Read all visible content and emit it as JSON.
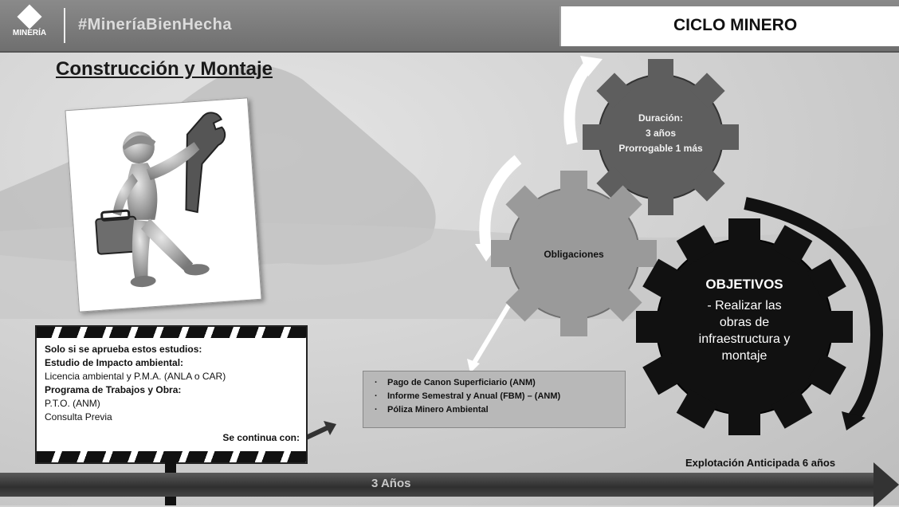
{
  "header": {
    "logo_text": "MINERÍA",
    "hashtag": "#MineríaBienHecha",
    "section_title": "CICLO MINERO"
  },
  "page_title": "Construcción y Montaje",
  "gears": {
    "duracion": {
      "line1": "Duración:",
      "line2": "3 años",
      "line3": "Prorrogable 1 más"
    },
    "obligaciones": "Obligaciones",
    "objetivos": {
      "heading": "OBJETIVOS",
      "line1": "- Realizar las",
      "line2": "obras de",
      "line3": "infraestructura y",
      "line4": "montaje"
    }
  },
  "sign": {
    "intro": "Solo si se aprueba estos estudios:",
    "eia_heading": "Estudio de Impacto ambiental:",
    "eia_detail": "Licencia ambiental y P.M.A. (ANLA o CAR)",
    "pto_heading": "Programa de Trabajos y Obra:",
    "pto_detail": "P.T.O. (ANM)",
    "consulta": "Consulta Previa",
    "continue": "Se continua con:"
  },
  "obligations_list": [
    "Pago de Canon Superficiario (ANM)",
    "Informe Semestral y Anual (FBM) – (ANM)",
    "Póliza Minero Ambiental"
  ],
  "timeline": {
    "label": "3 Años",
    "explotacion": "Explotación Anticipada 6 años"
  },
  "colors": {
    "gear_duracion": "#5e5e5e",
    "gear_obligaciones": "#9a9a9a",
    "gear_objetivos": "#111111"
  }
}
